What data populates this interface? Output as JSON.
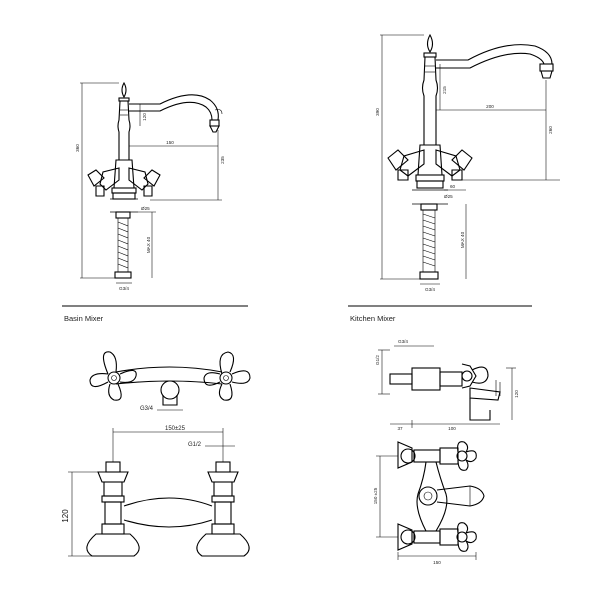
{
  "captions": {
    "basin": "Basin Mixer",
    "kitchen": "Kitchen Mixer"
  },
  "basin_top": {
    "height": "360",
    "spout_drop": "120",
    "reach": "150",
    "outlet_height": "235",
    "thread": "G3/4",
    "hole": "Ø25",
    "max_deck": "MAX 40"
  },
  "kitchen_top": {
    "height": "390",
    "spout_drop": "215",
    "reach": "200",
    "outlet_height": "260",
    "thread": "G3/4",
    "hole": "Ø25",
    "max_deck": "MAX 40",
    "deck": "60"
  },
  "basin_bottom": {
    "inlet": "G3/4",
    "centres": "150±25",
    "outlet": "G1/2",
    "height": "120"
  },
  "kitchen_bottom": {
    "inlet_a": "G1/2",
    "inlet_b": "G3/4",
    "left_gap": "37",
    "reach": "100",
    "height": "120",
    "centres": "150 ±25",
    "width": "150"
  },
  "colors": {
    "line": "#000000",
    "text": "#222222"
  }
}
